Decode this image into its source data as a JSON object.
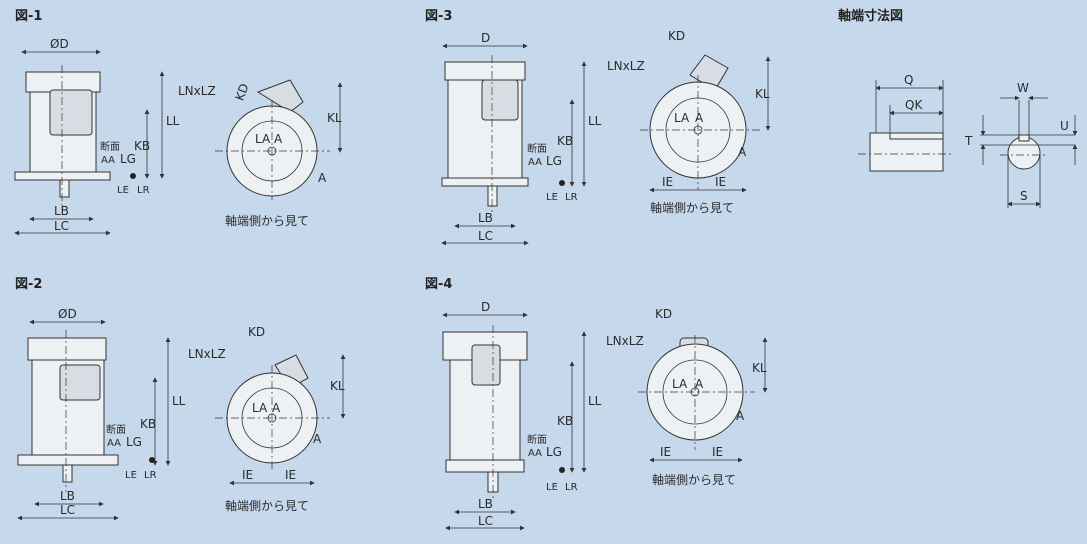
{
  "figures": {
    "fig1": {
      "title": "図-1",
      "d": "ØD",
      "ll": "LL",
      "kb": "KB",
      "lg": "LG",
      "le": "LE",
      "lr": "LR",
      "lb": "LB",
      "lc": "LC",
      "section": "断面",
      "aa": "AA",
      "kd": "KD",
      "lnxlz": "LNxLZ",
      "la": "LA",
      "a": "A",
      "a2": "A",
      "kl": "KL",
      "caption": "軸端側から見て"
    },
    "fig2": {
      "title": "図-2",
      "d": "ØD",
      "ll": "LL",
      "kb": "KB",
      "lg": "LG",
      "le": "LE",
      "lr": "LR",
      "lb": "LB",
      "lc": "LC",
      "section": "断面",
      "aa": "AA",
      "kd": "KD",
      "lnxlz": "LNxLZ",
      "la": "LA",
      "a": "A",
      "a2": "A",
      "kl": "KL",
      "ie": "IE",
      "ie2": "IE",
      "caption": "軸端側から見て"
    },
    "fig3": {
      "title": "図-3",
      "d": "D",
      "ll": "LL",
      "kb": "KB",
      "lg": "LG",
      "le": "LE",
      "lr": "LR",
      "lb": "LB",
      "lc": "LC",
      "section": "断面",
      "aa": "AA",
      "kd": "KD",
      "lnxlz": "LNxLZ",
      "la": "LA",
      "a": "A",
      "a2": "A",
      "kl": "KL",
      "ie": "IE",
      "ie2": "IE",
      "caption": "軸端側から見て"
    },
    "fig4": {
      "title": "図-4",
      "d": "D",
      "ll": "LL",
      "kb": "KB",
      "lg": "LG",
      "le": "LE",
      "lr": "LR",
      "lb": "LB",
      "lc": "LC",
      "section": "断面",
      "aa": "AA",
      "kd": "KD",
      "lnxlz": "LNxLZ",
      "la": "LA",
      "a": "A",
      "a2": "A",
      "kl": "KL",
      "ie": "IE",
      "ie2": "IE",
      "caption": "軸端側から見て"
    }
  },
  "shaft": {
    "title": "軸端寸法図",
    "q": "Q",
    "qk": "QK",
    "w": "W",
    "t": "T",
    "u": "U",
    "s": "S"
  }
}
